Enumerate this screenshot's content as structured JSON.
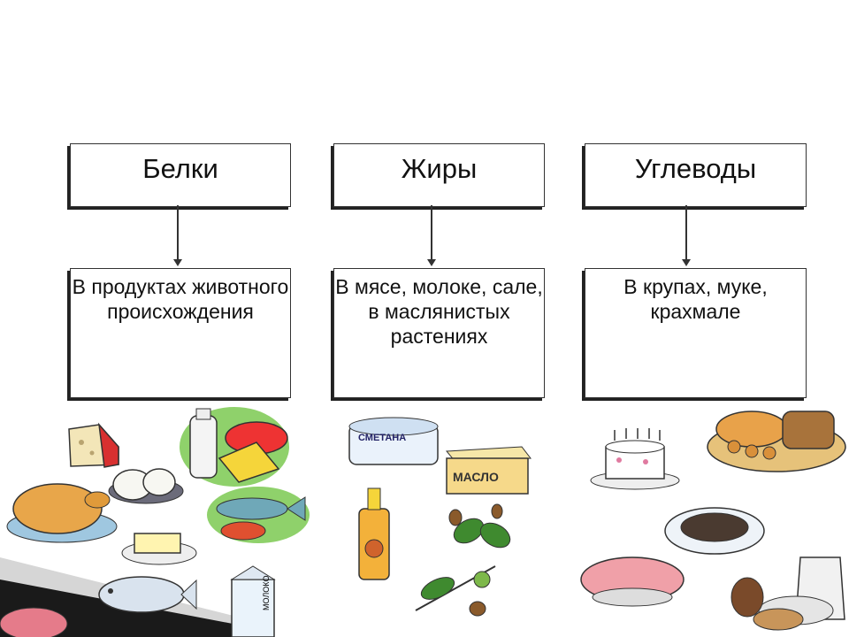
{
  "columns": [
    {
      "header": "Белки",
      "description": "В продуктах животного происхождения"
    },
    {
      "header": "Жиры",
      "description": "В мясе, молоке, сале, в маслянистых растениях"
    },
    {
      "header": "Углеводы",
      "description": "В крупах, муке, крахмале"
    }
  ],
  "labels": {
    "smetana": "СМЕТАНА",
    "maslo": "МАСЛО",
    "moloko": "МОЛОКО"
  },
  "colors": {
    "border": "#333333",
    "cheese": "#f5d53a",
    "cheese_rind": "#d83030",
    "bread": "#e8a24a",
    "chicken": "#e8a64a"
  }
}
